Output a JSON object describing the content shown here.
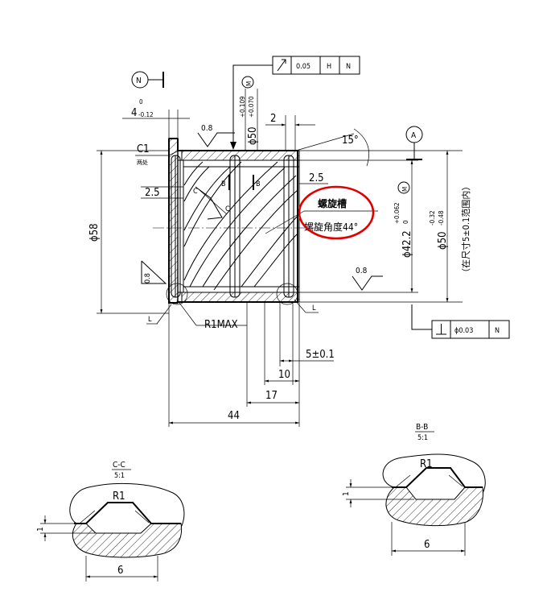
{
  "datum_n": "N",
  "datum_a": "A",
  "runout_frame": {
    "tol": "0.05",
    "ref1": "H",
    "ref2": "N"
  },
  "perp_frame": {
    "tol": "ϕ0.03",
    "ref": "N"
  },
  "dim_top_width": {
    "nominal": "4",
    "upper": "0",
    "lower": "-0.12"
  },
  "dim_bore": {
    "nominal": "ϕ50",
    "upper": "+0.109",
    "lower": "+0.070",
    "mark": "M"
  },
  "dim_2": "2",
  "angle_15": "15°",
  "chamfer": {
    "label": "C1",
    "note": "两处"
  },
  "rough_08": "0.8",
  "dim_25_left": "2.5",
  "dim_25_right": "2.5",
  "dim_58": "ϕ58",
  "dim_422": {
    "nominal": "ϕ42.2",
    "upper": "+0.062",
    "lower": "0",
    "mark": "M"
  },
  "dim_50": {
    "nominal": "ϕ50",
    "upper": "-0.32",
    "lower": "-0.48",
    "note": "（在尺寸5±0.1范围内）"
  },
  "spiral": {
    "title": "螺旋槽",
    "angle": "螺旋角度44°"
  },
  "r1max": "R1MAX",
  "label_L": "L",
  "section_marks": {
    "c": "C",
    "b": "B"
  },
  "dim_5": "5±0.1",
  "dim_10": "10",
  "dim_17": "17",
  "dim_44": "44",
  "section_bb": {
    "title": "B-B",
    "scale": "5:1",
    "r": "R1",
    "depth": "1",
    "width": "6"
  },
  "section_cc": {
    "title": "C-C",
    "scale": "5:1",
    "r": "R1",
    "depth": "1",
    "width": "6"
  }
}
